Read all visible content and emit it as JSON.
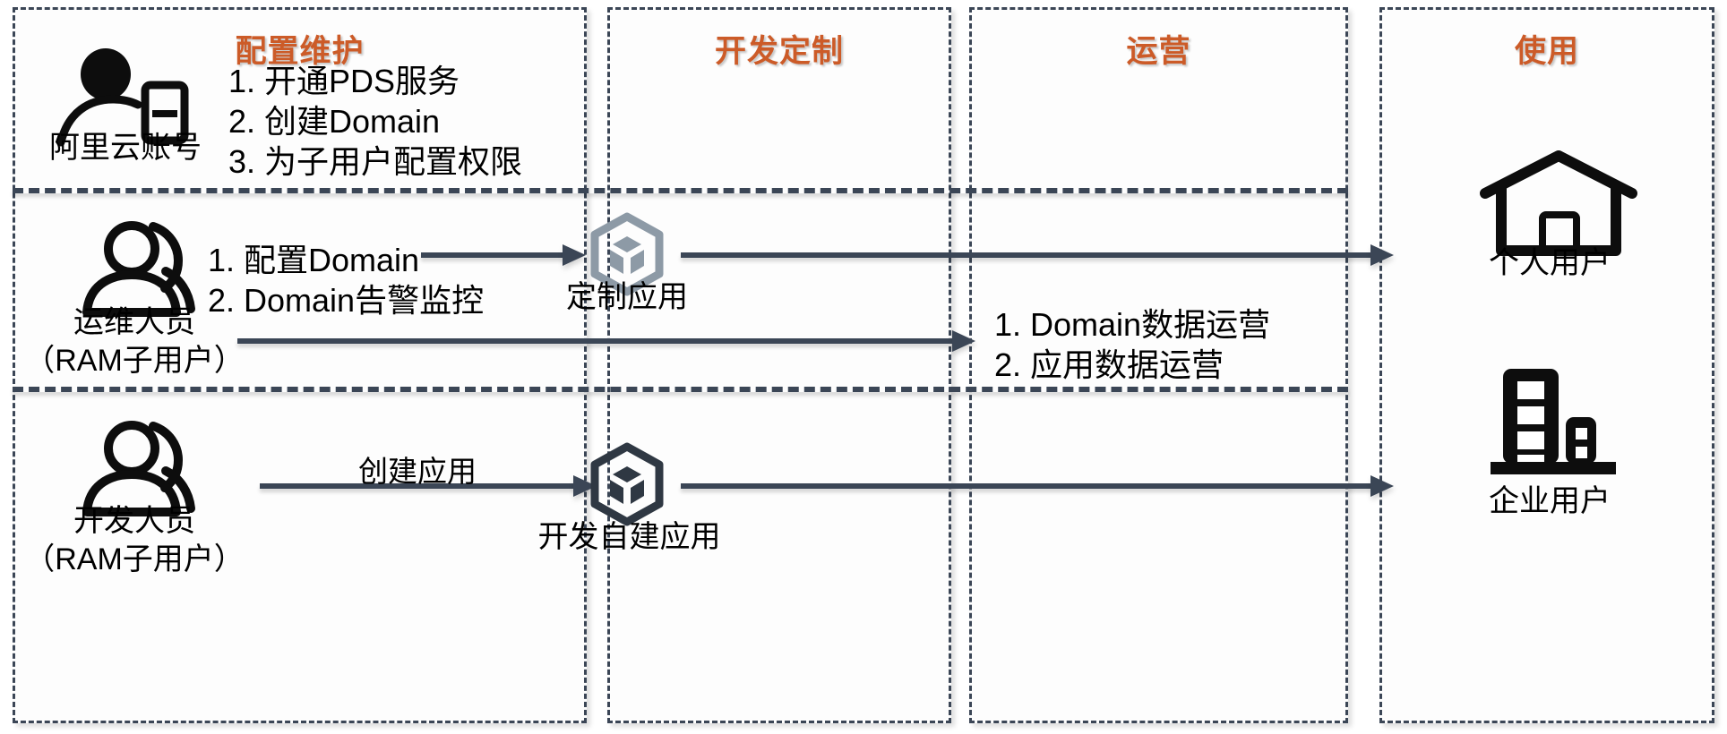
{
  "diagram": {
    "title_color": "#cc5b28",
    "line_color": "#3b4656",
    "columns": [
      {
        "id": "config",
        "title": "配置维护"
      },
      {
        "id": "development",
        "title": "开发定制"
      },
      {
        "id": "operations",
        "title": "运营"
      },
      {
        "id": "usage",
        "title": "使用"
      }
    ],
    "rows": [
      {
        "id": "row-account",
        "actor": {
          "label": "阿里云账号",
          "icon": "person-with-id-card-icon"
        },
        "steps": "1. 开通PDS服务\n2. 创建Domain\n3. 为子用户配置权限"
      },
      {
        "id": "row-ops",
        "actor": {
          "label_line1": "运维人员",
          "label_line2": "（RAM子用户）",
          "icon": "two-people-icon"
        },
        "steps": "1. 配置Domain\n2. Domain告警监控",
        "operations_steps": "1. Domain数据运营\n2. 应用数据运营",
        "app": {
          "label": "定制应用",
          "icon": "cube-hexagon-icon",
          "color": "#8d9aa6"
        }
      },
      {
        "id": "row-dev",
        "actor": {
          "label_line1": "开发人员",
          "label_line2": "（RAM子用户）",
          "icon": "two-people-icon"
        },
        "arrow_label": "创建应用",
        "app": {
          "label": "开发自建应用",
          "icon": "cube-hexagon-icon",
          "color": "#2f3843"
        }
      }
    ],
    "end_users": [
      {
        "id": "personal",
        "label": "个人用户",
        "icon": "house-icon"
      },
      {
        "id": "enterprise",
        "label": "企业用户",
        "icon": "office-building-icon"
      }
    ]
  }
}
